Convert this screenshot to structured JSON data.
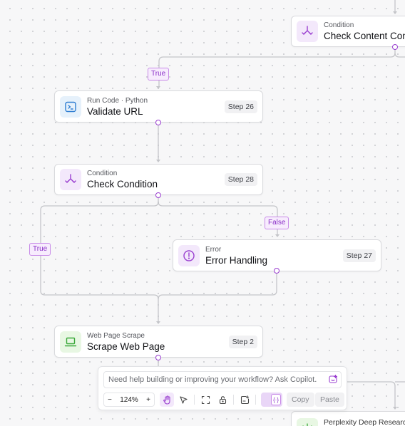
{
  "nodes": {
    "check_content": {
      "subtitle": "Condition",
      "title": "Check Content Conc"
    },
    "validate_url": {
      "subtitle": "Run Code · Python",
      "title": "Validate URL",
      "step": "Step 26"
    },
    "check_condition": {
      "subtitle": "Condition",
      "title": "Check Condition",
      "step": "Step 28"
    },
    "error_handling": {
      "subtitle": "Error",
      "title": "Error Handling",
      "step": "Step 27"
    },
    "scrape_web_page": {
      "subtitle": "Web Page Scrape",
      "title": "Scrape Web Page",
      "step": "Step 2"
    },
    "perplexity": {
      "title": "Perplexity Deep Research"
    }
  },
  "edge_labels": {
    "true_top": "True",
    "false_right": "False",
    "true_left": "True"
  },
  "copilot": {
    "placeholder": "Need help building or improving your workflow? Ask Copilot.",
    "zoom_out": "−",
    "zoom_level": "124%",
    "zoom_in": "+",
    "copy_label": "Copy",
    "paste_label": "Paste"
  },
  "colors": {
    "accent": "#9a3fd0",
    "edge": "#c4c5c9",
    "condition_bg": "#f3e8fb",
    "code_bg": "#e6f1fb",
    "scrape_bg": "#e8f7e3"
  }
}
